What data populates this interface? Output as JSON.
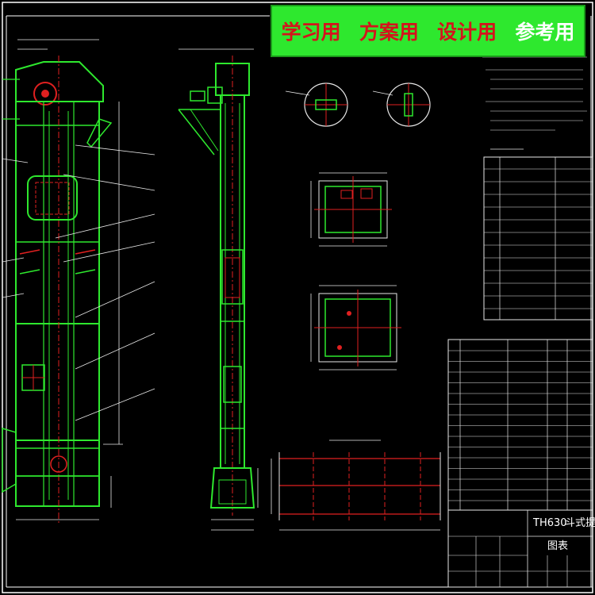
{
  "banner": {
    "items": [
      "学习用",
      "方案用",
      "设计用",
      "参考用"
    ],
    "colors": {
      "text": "#d4141c",
      "last_text": "#ffffff",
      "background": "#2ee82e"
    }
  },
  "drawing": {
    "title_block_text": "TH630",
    "title_block_suffix": "斗式提升",
    "sheet_label": "图表",
    "colors": {
      "background": "#000000",
      "frame": "#ffffff",
      "outline": "#2ee82e",
      "centerline": "#e02020",
      "dimension": "#e8e8e8",
      "accent": "#ffff00"
    }
  }
}
